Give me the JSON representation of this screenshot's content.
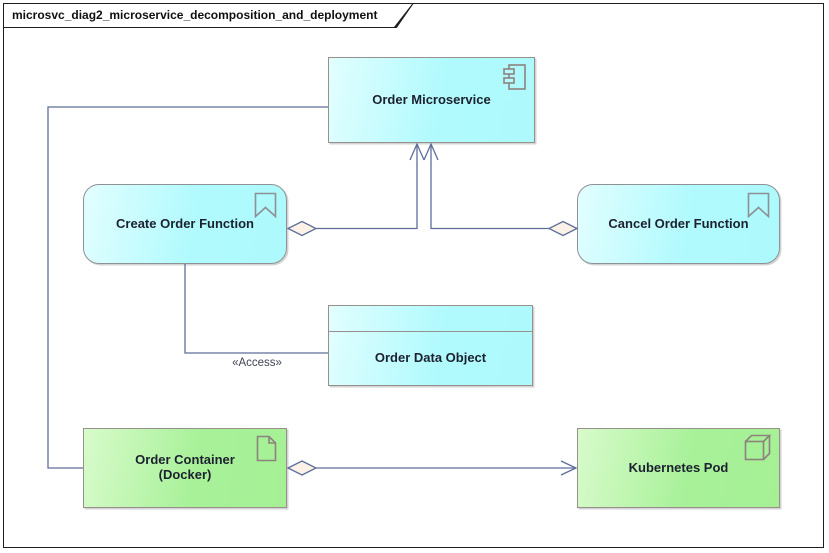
{
  "diagram": {
    "title": "microsvc_diag2_microservice_decomposition_and_deployment",
    "nodes": [
      {
        "id": "order-microservice",
        "label": "Order Microservice",
        "icon": "component-icon",
        "fill": "#b0fafd",
        "shape": "rectangle"
      },
      {
        "id": "create-order-function",
        "label": "Create Order Function",
        "icon": "function-icon",
        "fill": "#b0fafd",
        "shape": "rounded"
      },
      {
        "id": "cancel-order-function",
        "label": "Cancel Order Function",
        "icon": "function-icon",
        "fill": "#b0fafd",
        "shape": "rounded"
      },
      {
        "id": "order-data-object",
        "label": "Order Data Object",
        "icon": "data-object-band",
        "fill": "#b0fafd",
        "shape": "banded-rectangle"
      },
      {
        "id": "order-container-docker",
        "label": "Order Container (Docker)",
        "icon": "artifact-icon",
        "fill": "#a8f199",
        "shape": "rectangle"
      },
      {
        "id": "kubernetes-pod",
        "label": "Kubernetes Pod",
        "icon": "node-cube-icon",
        "fill": "#a8f199",
        "shape": "rectangle"
      }
    ],
    "connectors": [
      {
        "id": "microservice-to-container-line",
        "from": "order-microservice",
        "to": "order-container-docker",
        "style": "plain-orthogonal",
        "label": ""
      },
      {
        "id": "create-function-aggregation",
        "from": "create-order-function",
        "to": "order-microservice",
        "style": "open-diamond-to-open-arrow",
        "label": ""
      },
      {
        "id": "cancel-function-aggregation",
        "from": "cancel-order-function",
        "to": "order-microservice",
        "style": "open-diamond-to-open-arrow",
        "label": ""
      },
      {
        "id": "access-line",
        "from": "create-order-function",
        "to": "order-data-object",
        "style": "plain-orthogonal",
        "label": "«Access»"
      },
      {
        "id": "container-to-pod-aggregation",
        "from": "order-container-docker",
        "to": "kubernetes-pod",
        "style": "open-diamond-to-open-arrow",
        "label": ""
      }
    ],
    "colors": {
      "cyan_fill": "#b0fafd",
      "cyan_fill_light": "#e2feff",
      "green_fill": "#a8f199",
      "green_fill_light": "#d8fbcb",
      "box_border": "#97908d",
      "rounded_border": "#8e9196",
      "connector": "#5e6e99",
      "diamond_fill": "#fbf1e7",
      "frame_border": "#1f1f1f",
      "text": "#1c2130"
    }
  }
}
